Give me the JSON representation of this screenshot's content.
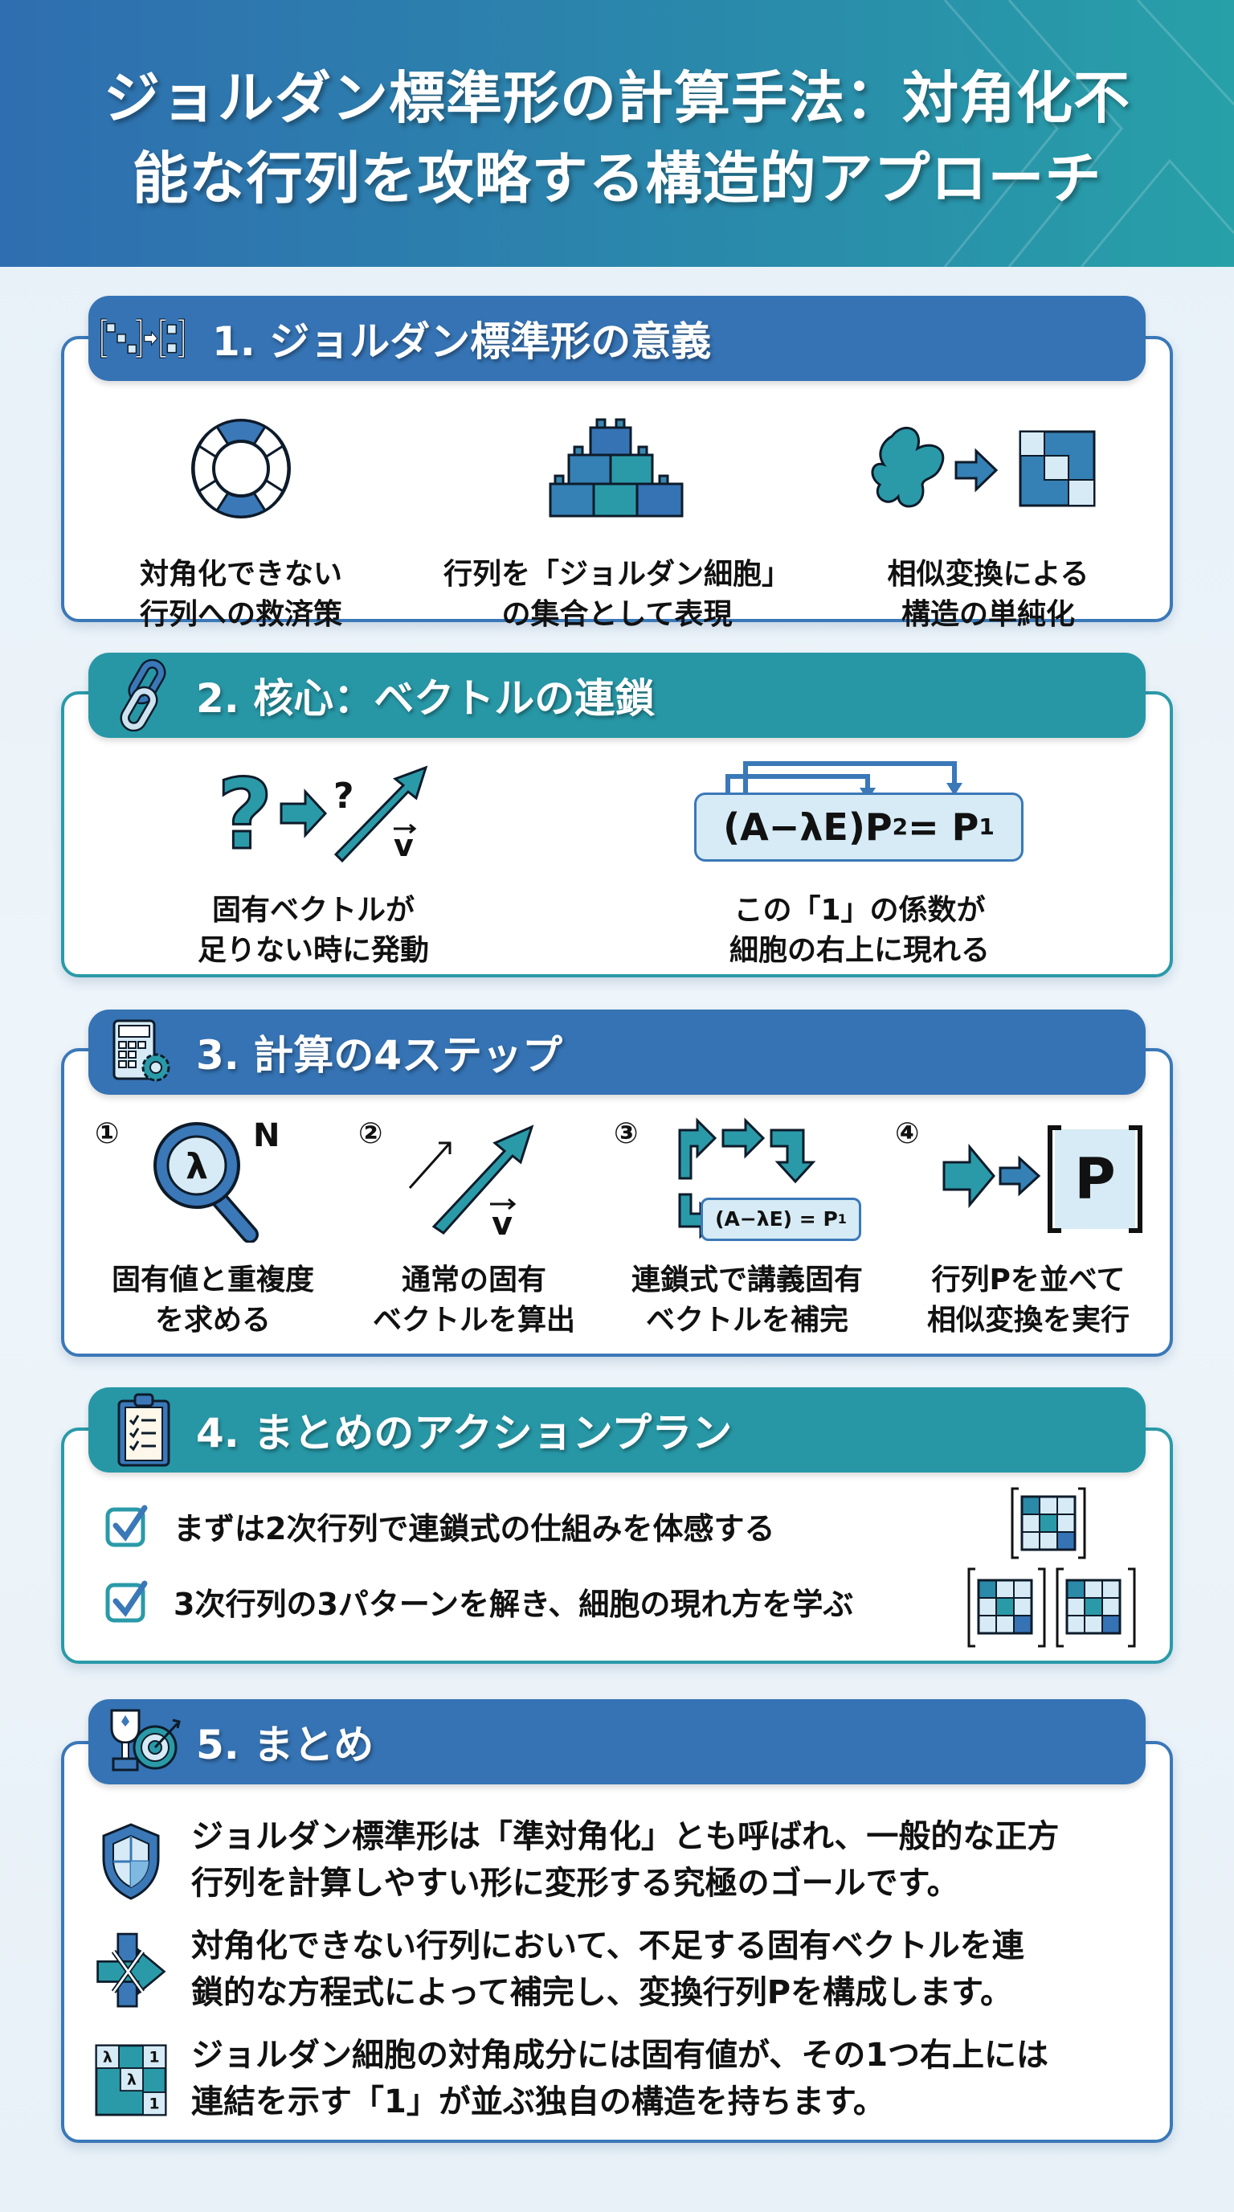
{
  "header": {
    "title_line1": "ジョルダン標準形の計算手法：対角化不",
    "title_line2": "能な行列を攻略する構造的アプローチ"
  },
  "colors": {
    "blue": "#3573b4",
    "teal": "#2797a6",
    "light": "#d6ebf5",
    "dark_blue": "#3a78b8"
  },
  "sections": [
    {
      "number": "1.",
      "title": "1. ジョルダン標準形の意義",
      "icon": "matrix-diagonal-to-block-icon",
      "items": [
        {
          "icon": "life-ring-icon",
          "line1": "対角化できない",
          "line2": "行列への救済策"
        },
        {
          "icon": "building-blocks-icon",
          "line1": "行列を「ジョルダン細胞」",
          "line2": "の集合として表現"
        },
        {
          "icon": "blob-to-block-matrix-icon",
          "line1": "相似変換による",
          "line2": "構造の単純化"
        }
      ]
    },
    {
      "title": "2. 核心：ベクトルの連鎖",
      "icon": "chain-link-icon",
      "items": [
        {
          "icon": "question-to-vector-icon",
          "symbol_q": "?",
          "vector_label": "v",
          "line1": "固有ベクトルが",
          "line2": "足りない時に発動"
        },
        {
          "icon": "chain-equation-icon",
          "formula": {
            "lhs": "(A−λE)P",
            "sub2": "2",
            "eq": " = P",
            "sub1": "1"
          },
          "line1": "この「1」の係数が",
          "line2": "細胞の右上に現れる"
        }
      ]
    },
    {
      "title": "3. 計算の4ステップ",
      "icon": "calculator-gear-icon",
      "steps": [
        {
          "num": "①",
          "icon": "magnifier-lambda-icon",
          "glyph": "λ",
          "superscript": "N",
          "line1": "固有値と重複度",
          "line2": "を求める"
        },
        {
          "num": "②",
          "icon": "vector-arrow-icon",
          "vector_label": "v",
          "line1": "通常の固有",
          "line2": "ベクトルを算出"
        },
        {
          "num": "③",
          "icon": "chain-flow-icon",
          "formula": "(A−λE) = P",
          "formula_sub": "1",
          "line1": "連鎖式で講義固有",
          "line2": "ベクトルを補完"
        },
        {
          "num": "④",
          "icon": "matrix-p-icon",
          "glyph": "P",
          "line1": "行列Pを並べて",
          "line2": "相似変換を実行"
        }
      ]
    },
    {
      "title": "4. まとめのアクションプラン",
      "icon": "clipboard-checklist-icon",
      "checks": [
        {
          "text": "まずは2次行列で連鎖式の仕組みを体感する",
          "checked": true
        },
        {
          "text": "3次行列の3パターンを解き、細胞の現れ方を学ぶ",
          "checked": true
        }
      ]
    },
    {
      "title": "5. まとめ",
      "icon": "trophy-target-icon",
      "points": [
        {
          "icon": "shield-icon",
          "line1": "ジョルダン標準形は「準対角化」とも呼ばれ、一般的な正方",
          "line2": "行列を計算しやすい形に変形する究極のゴールです。"
        },
        {
          "icon": "crossing-arrows-icon",
          "line1": "対角化できない行列において、不足する固有ベクトルを連",
          "line2": "鎖的な方程式によって補完し、変換行列Pを構成します。"
        },
        {
          "icon": "jordan-block-icon",
          "cell_lambda": "λ",
          "cell_one": "1",
          "line1": "ジョルダン細胞の対角成分には固有値が、その1つ右上には",
          "line2": "連結を示す「1」が並ぶ独自の構造を持ちます。"
        }
      ]
    }
  ]
}
